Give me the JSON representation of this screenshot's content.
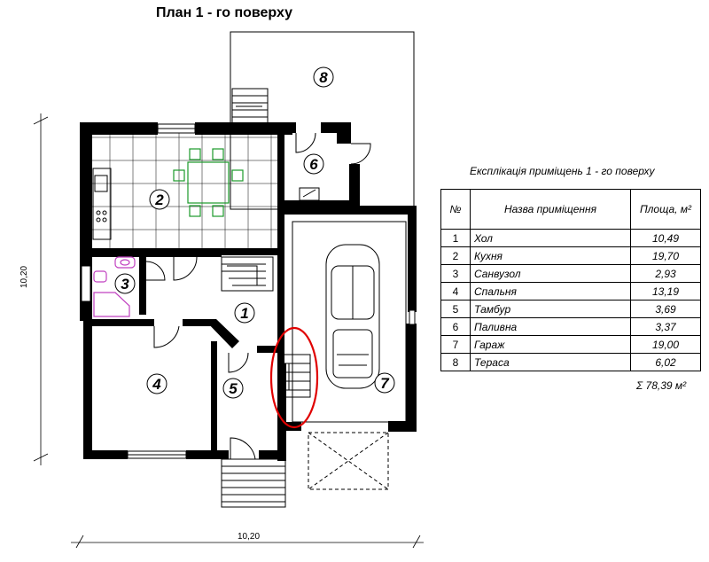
{
  "title": "План 1 - го поверху",
  "table": {
    "caption": "Експлікація приміщень 1 - го поверху",
    "headers": {
      "num": "№",
      "name": "Назва приміщення",
      "area": "Площа, м²"
    },
    "rows": [
      {
        "num": "1",
        "name": "Хол",
        "area": "10,49"
      },
      {
        "num": "2",
        "name": "Кухня",
        "area": "19,70"
      },
      {
        "num": "3",
        "name": "Санвузол",
        "area": "2,93"
      },
      {
        "num": "4",
        "name": "Спальня",
        "area": "13,19"
      },
      {
        "num": "5",
        "name": "Тамбур",
        "area": "3,69"
      },
      {
        "num": "6",
        "name": "Паливна",
        "area": "3,37"
      },
      {
        "num": "7",
        "name": "Гараж",
        "area": "19,00"
      },
      {
        "num": "8",
        "name": "Тераса",
        "area": "6,02"
      }
    ],
    "total": "Σ 78,39 м²"
  },
  "dimensions": {
    "width": "10,20",
    "height": "10,20"
  },
  "room_markers": [
    "1",
    "2",
    "3",
    "4",
    "5",
    "6",
    "7",
    "8"
  ],
  "highlight_color": "#e00000",
  "furniture_color": "#1a9a2a",
  "bath_color": "#c040c0"
}
